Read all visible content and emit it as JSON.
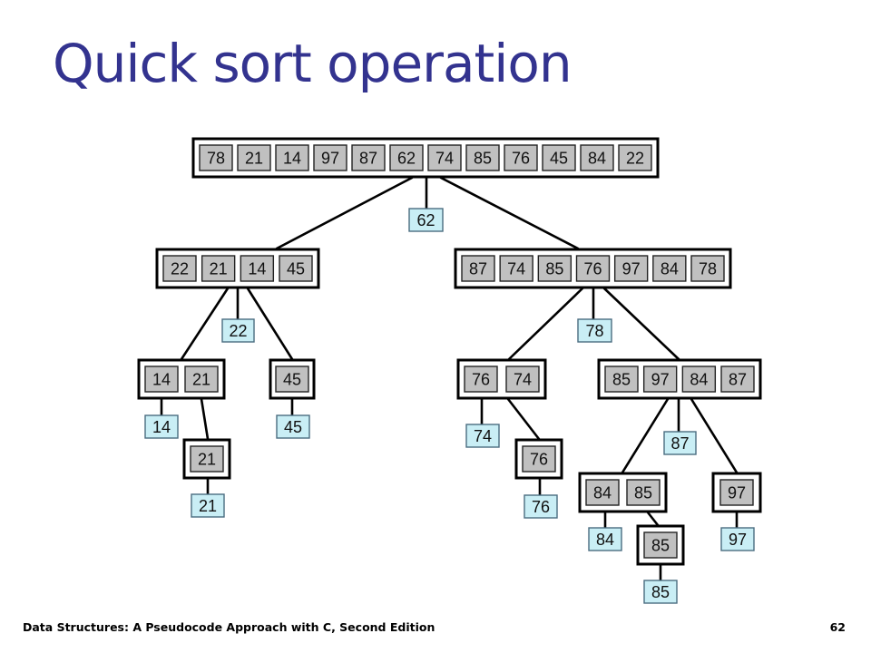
{
  "slide": {
    "title": "Quick sort operation",
    "footer_left": "Data Structures: A Pseudocode Approach with C, Second Edition",
    "footer_right": "62"
  },
  "colors": {
    "title": "#33338f",
    "cell_fill": "#c0c0c0",
    "pivot_fill": "#c9eef5",
    "pivot_border": "#4a6d80",
    "frame": "#000000"
  },
  "diagram": {
    "groups": [
      {
        "id": "root",
        "values": [
          "78",
          "21",
          "14",
          "97",
          "87",
          "62",
          "74",
          "85",
          "76",
          "45",
          "84",
          "22"
        ]
      },
      {
        "id": "left",
        "values": [
          "22",
          "21",
          "14",
          "45"
        ]
      },
      {
        "id": "right",
        "values": [
          "87",
          "74",
          "85",
          "76",
          "97",
          "84",
          "78"
        ]
      },
      {
        "id": "l1",
        "values": [
          "14",
          "21"
        ]
      },
      {
        "id": "l2",
        "values": [
          "45"
        ]
      },
      {
        "id": "l3",
        "values": [
          "21"
        ]
      },
      {
        "id": "r1",
        "values": [
          "76",
          "74"
        ]
      },
      {
        "id": "r2",
        "values": [
          "85",
          "97",
          "84",
          "87"
        ]
      },
      {
        "id": "r3",
        "values": [
          "76"
        ]
      },
      {
        "id": "r4",
        "values": [
          "84",
          "85"
        ]
      },
      {
        "id": "r5",
        "values": [
          "97"
        ]
      },
      {
        "id": "r6",
        "values": [
          "85"
        ]
      }
    ],
    "pivots": [
      {
        "id": "p-root",
        "value": "62"
      },
      {
        "id": "p-left",
        "value": "22"
      },
      {
        "id": "p-right",
        "value": "78"
      },
      {
        "id": "p-l1",
        "value": "14"
      },
      {
        "id": "p-l2",
        "value": "45"
      },
      {
        "id": "p-l3",
        "value": "21"
      },
      {
        "id": "p-r1",
        "value": "74"
      },
      {
        "id": "p-r2",
        "value": "87"
      },
      {
        "id": "p-r3",
        "value": "76"
      },
      {
        "id": "p-r4",
        "value": "84"
      },
      {
        "id": "p-r5",
        "value": "97"
      },
      {
        "id": "p-r6",
        "value": "85"
      }
    ]
  }
}
